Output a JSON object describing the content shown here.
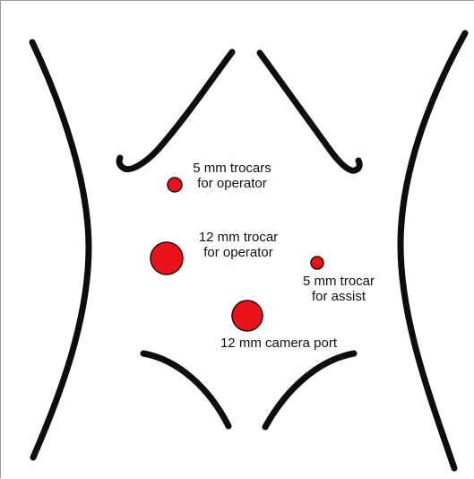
{
  "colors": {
    "outline": "#0d0d0d",
    "port_fill": "#e8131b",
    "port_stroke": "#2a0808",
    "text": "#111111"
  },
  "body_outline": {
    "parts": [
      "left-flank",
      "right-flank",
      "left-costal-margin",
      "right-costal-margin",
      "left-inguinal-line",
      "right-inguinal-line"
    ]
  },
  "ports": [
    {
      "id": "5mm-operator",
      "size_mm": 5,
      "label_lines": [
        "5 mm trocars",
        "for operator"
      ]
    },
    {
      "id": "12mm-operator",
      "size_mm": 12,
      "label_lines": [
        "12 mm trocar",
        "for operator"
      ]
    },
    {
      "id": "5mm-assist",
      "size_mm": 5,
      "label_lines": [
        "5 mm trocar",
        "for assist"
      ]
    },
    {
      "id": "12mm-camera",
      "size_mm": 12,
      "label_lines": [
        "12 mm camera port"
      ]
    }
  ]
}
